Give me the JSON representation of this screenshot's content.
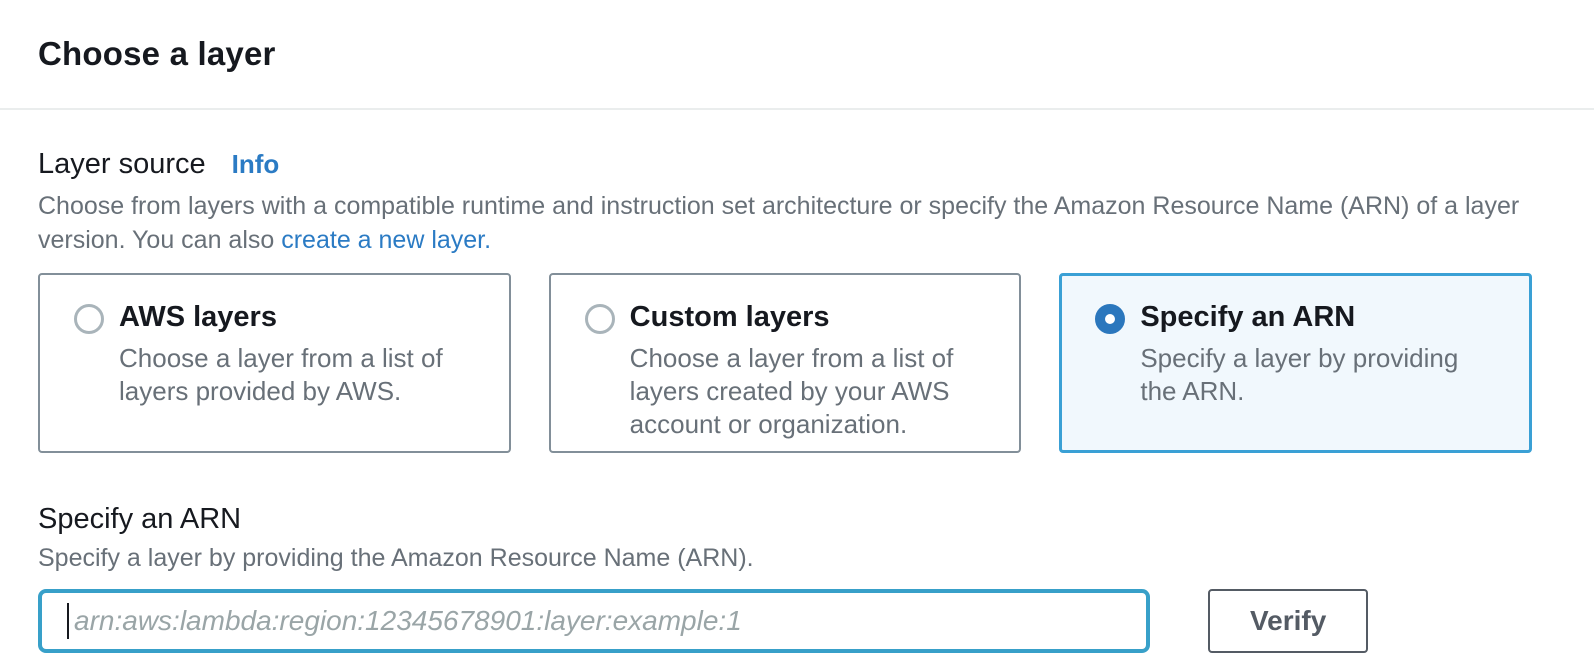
{
  "header": {
    "title": "Choose a layer"
  },
  "layer_source": {
    "label": "Layer source",
    "info_link": "Info",
    "description_line1": "Choose from layers with a compatible runtime and instruction set architecture or specify the Amazon Resource Name (ARN) of a layer",
    "description_line2_prefix": "version. You can also ",
    "create_link": "create a new layer."
  },
  "options": [
    {
      "title": "AWS layers",
      "description": "Choose a layer from a list of layers provided by AWS.",
      "selected": false
    },
    {
      "title": "Custom layers",
      "description": "Choose a layer from a list of layers created by your AWS account or organization.",
      "selected": false
    },
    {
      "title": "Specify an ARN",
      "description": "Specify a layer by providing the ARN.",
      "selected": true
    }
  ],
  "arn_section": {
    "title": "Specify an ARN",
    "description": "Specify a layer by providing the Amazon Resource Name (ARN).",
    "input_value": "",
    "input_placeholder": "arn:aws:lambda:region:12345678901:layer:example:1",
    "verify_button": "Verify"
  },
  "colors": {
    "accent_link": "#2b7bc4",
    "radio_selected": "#2b77bd",
    "selected_tile_border": "#3aa0d5",
    "selected_tile_bg": "#f1f8fd",
    "input_focus_border": "#38a0c9",
    "text_primary": "#16191f",
    "text_secondary": "#687078",
    "button_border": "#545b64"
  }
}
